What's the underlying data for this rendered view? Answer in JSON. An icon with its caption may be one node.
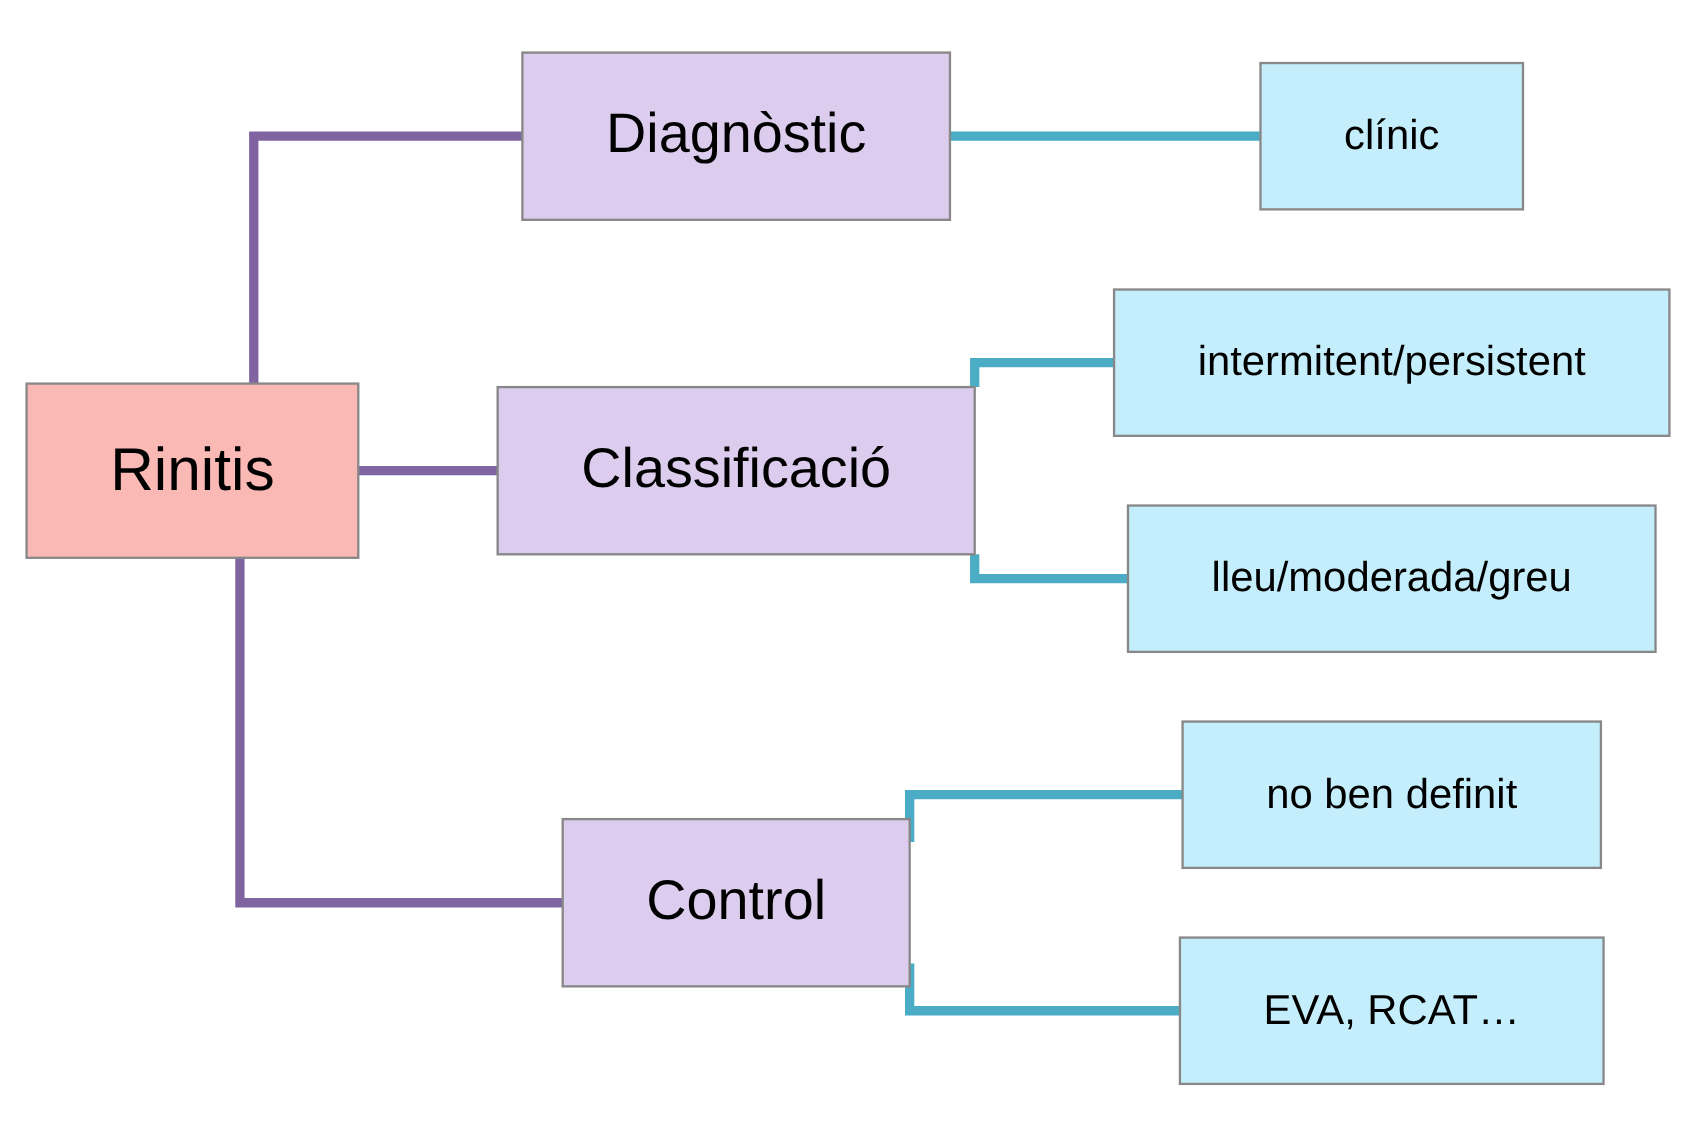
{
  "diagram": {
    "nodes": [
      {
        "text": [
          "Rinitis"
        ]
      },
      {
        "text": [
          "Diagnòstic"
        ]
      },
      {
        "text": [
          "Classificació"
        ]
      },
      {
        "text": [
          "Control"
        ]
      },
      {
        "text": [
          "clínic"
        ]
      },
      {
        "text": [
          "intermitent/persistent"
        ]
      },
      {
        "text": [
          "lleu/moderada/greu"
        ]
      },
      {
        "text": [
          "no ben definit"
        ]
      },
      {
        "text": [
          "EVA, RCAT…"
        ]
      }
    ],
    "edges": [
      {
        "from": 0,
        "to": 1,
        "arrow": "none",
        "color": "#8064a2"
      },
      {
        "from": 0,
        "to": 2,
        "arrow": "none",
        "color": "#8064a2"
      },
      {
        "from": 0,
        "to": 3,
        "arrow": "none",
        "color": "#8064a2"
      },
      {
        "from": 1,
        "to": 4,
        "arrow": "none"
      },
      {
        "from": 2,
        "to": 5,
        "arrow": "none"
      },
      {
        "from": 2,
        "to": 6,
        "arrow": "none"
      },
      {
        "from": 3,
        "to": 7,
        "arrow": "none"
      },
      {
        "from": 3,
        "to": 8,
        "arrow": "none"
      }
    ]
  }
}
